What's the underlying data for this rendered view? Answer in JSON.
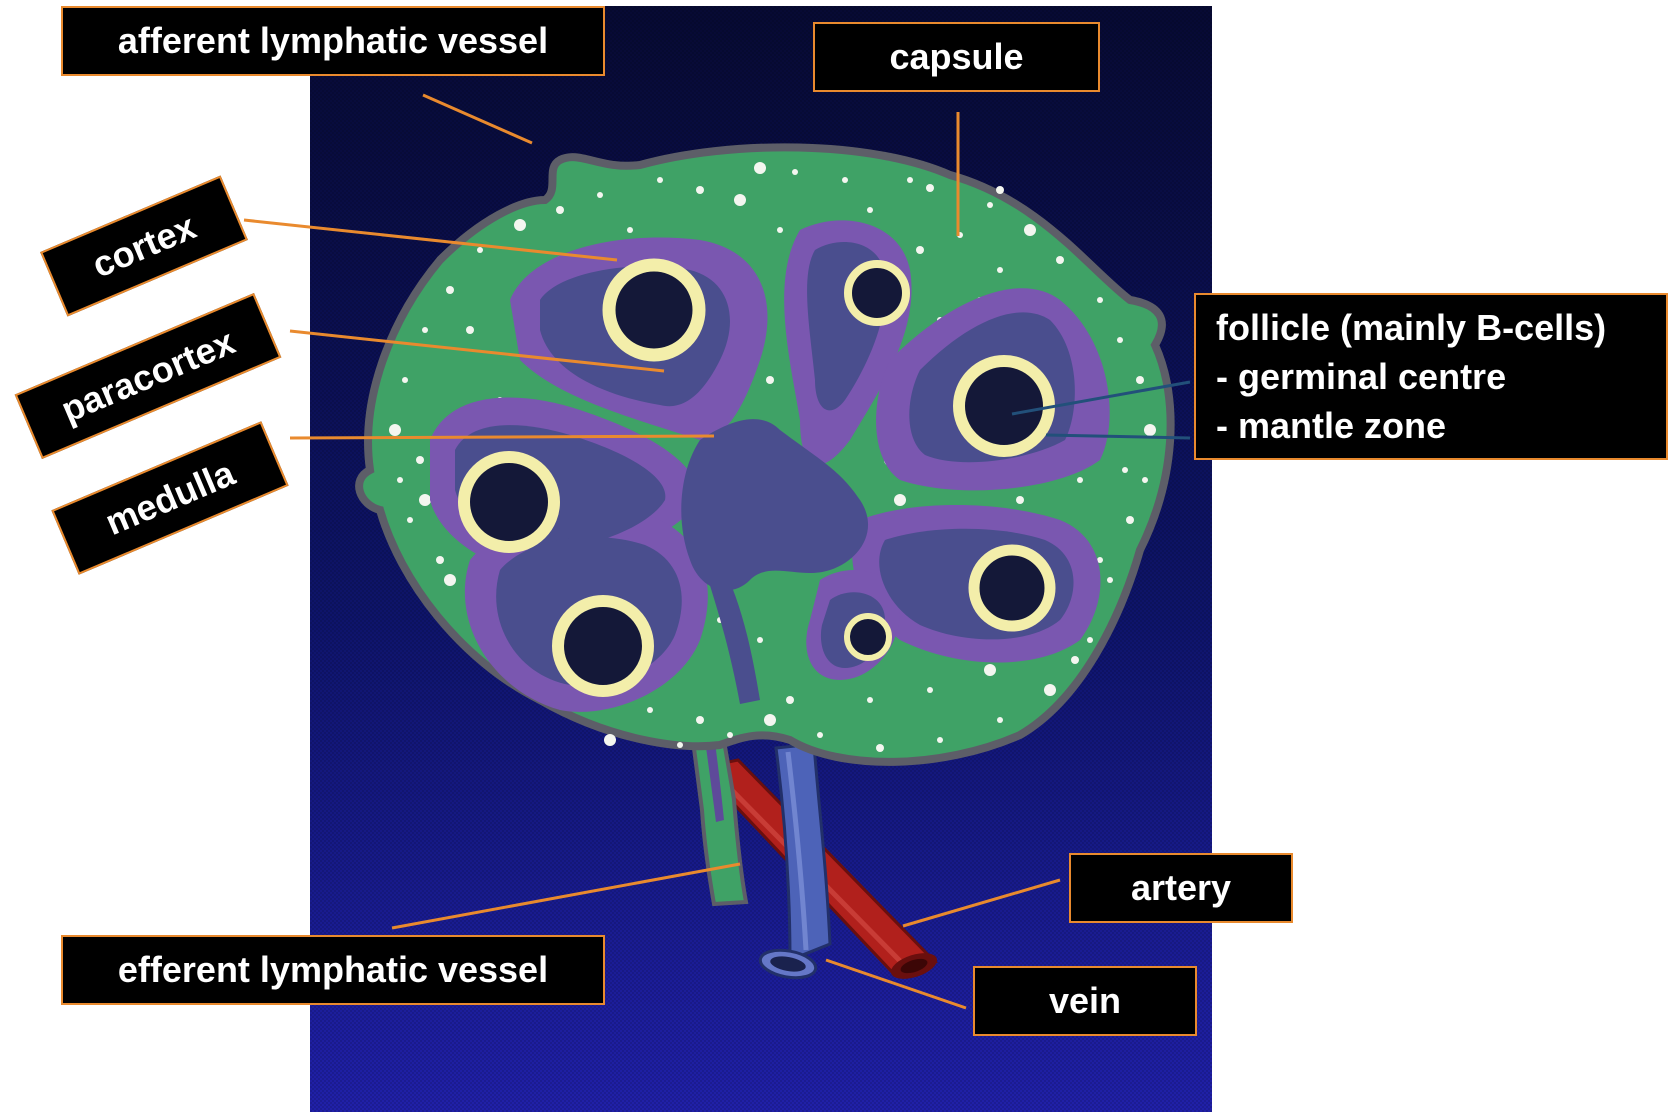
{
  "labels": {
    "afferent": "afferent lymphatic vessel",
    "capsule": "capsule",
    "cortex": "cortex",
    "paracortex": "paracortex",
    "medulla": "medulla",
    "follicle_title": "follicle (mainly B-cells)",
    "follicle_germinal": "- germinal centre",
    "follicle_mantle": "- mantle zone",
    "artery": "artery",
    "vein": "vein",
    "efferent": "efferent lymphatic vessel"
  },
  "colors": {
    "background_panel": "#0b0f4a",
    "cortex_green": "#3fa266",
    "paracortex_purple": "#7a57b0",
    "inner_slate": "#4a4e8e",
    "follicle_ring": "#f3eeaa",
    "follicle_core": "#141838",
    "artery": "#b1201c",
    "vein": "#4d63b8",
    "capsule_gray": "#5d5e68",
    "label_border": "#e98a2e",
    "leader_orange": "#e98a2e",
    "leader_blue": "#22507a"
  }
}
